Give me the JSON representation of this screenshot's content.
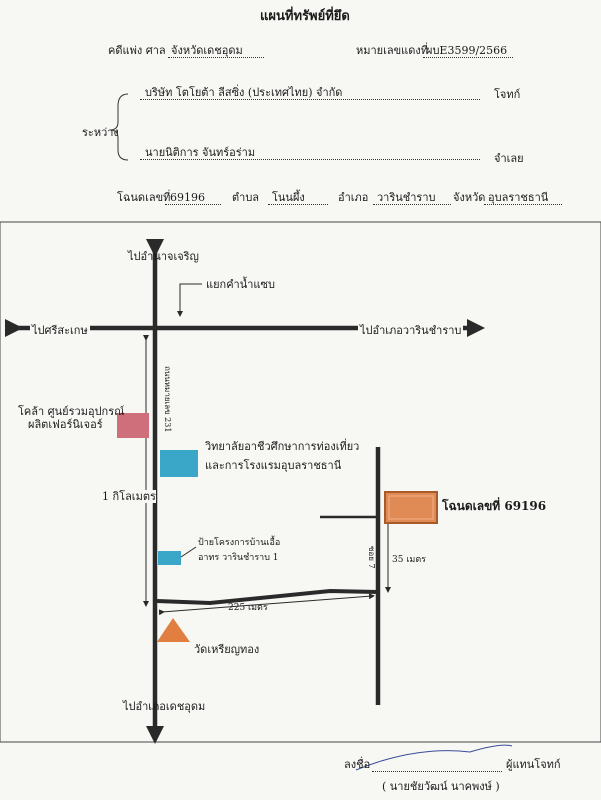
{
  "header": {
    "title": "แผนที่ทรัพย์ที่ยึด",
    "court_label": "คดีแพ่ง ศาล",
    "court_value": "จังหวัดเดชอุดม",
    "case_no_label": "หมายเลขแดงที่",
    "case_no_value": "ผบE3599/2566",
    "between_label": "ระหว่าง",
    "plaintiff": "บริษัท โตโยต้า ลีสซิ่ง (ประเทศไทย) จำกัด",
    "plaintiff_role": "โจทก์",
    "defendant": "นายนิติการ จันทร์อร่าม",
    "defendant_role": "จำเลย"
  },
  "deed": {
    "deed_label": "โฉนดเลขที่",
    "deed_no": "69196",
    "tambon_label": "ตำบล",
    "tambon": "โนนผึ้ง",
    "amphoe_label": "อำเภอ",
    "amphoe": "วารินชำราบ",
    "province_label": "จังหวัด",
    "province": "อุบลราชธานี"
  },
  "map": {
    "north_dest": "ไปอำนาจเจริญ",
    "junction": "แยกคำน้ำแซบ",
    "west_dest": "ไปศรีสะเกษ",
    "east_dest": "ไปอำเภอวารินชำราบ",
    "highway": "ถนนหมายเลข 231",
    "furniture_1": "โคล้า ศูนย์รวมอุปกรณ์",
    "furniture_2": "ผลิตเฟอร์นิเจอร์",
    "college_1": "วิทยาลัยอาชีวศึกษาการท่องเที่ยว",
    "college_2": "และการโรงแรมอุบลราชธานี",
    "distance_vertical": "1 กิโลเมตร",
    "project_1": "ป้ายโครงการบ้านเอื้อ",
    "project_2": "อาทร วารินชำราบ 1",
    "parcel_label": "โฉนดเลขที่ 69196",
    "lane_label": "ซอย 7",
    "distance_35": "35 เมตร",
    "distance_225": "225 เมตร",
    "temple": "วัดเหรียญทอง",
    "south_dest": "ไปอำเภอเดชอุดม",
    "colors": {
      "pink": "#cf6f7c",
      "cyan": "#3aa7c9",
      "orange": "#e08a55",
      "triangle": "#e07f3f",
      "road": "#2a2a2a"
    }
  },
  "signature": {
    "sign_label": "ลงชื่อ",
    "sign_role": "ผู้แทนโจทก์",
    "signer_name": "( นายชัยวัฒน์  นาคพงษ์ )"
  }
}
